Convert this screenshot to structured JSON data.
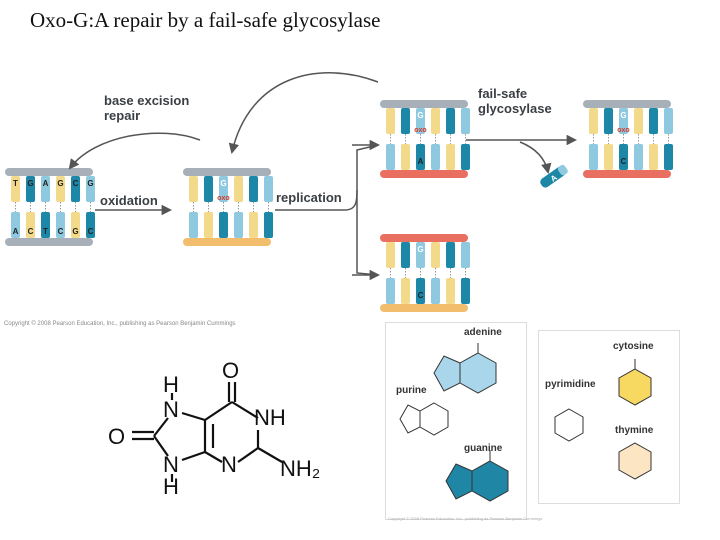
{
  "title": "Oxo-G:A repair by a fail-safe glycosylase",
  "labels": {
    "base_excision_repair": [
      "base excision",
      "repair"
    ],
    "oxidation": "oxidation",
    "replication": "replication",
    "fail_safe_glycosylase": [
      "fail-safe",
      "glycosylase"
    ]
  },
  "duplex1": {
    "top": [
      "T",
      "G",
      "A",
      "G",
      "C",
      "G"
    ],
    "bottom": [
      "A",
      "C",
      "T",
      "C",
      "G",
      "C"
    ]
  },
  "oxo_label": "oxo",
  "base_G": "G",
  "base_A": "A",
  "base_C": "C",
  "copyright": "Copyright © 2008 Pearson Education, Inc., publishing as Pearson Benjamin Cummings",
  "structures": {
    "adenine": "adenine",
    "purine": "purine",
    "guanine": "guanine",
    "cytosine": "cytosine",
    "pyrimidine": "pyrimidine",
    "thymine": "thymine",
    "NH2": "NH2",
    "NH": "NH",
    "N": "N",
    "H": "H",
    "O": "O"
  },
  "oxog": {
    "H": "H",
    "N": "N",
    "NH": "NH",
    "O": "O",
    "NH2": "NH₂"
  },
  "colors": {
    "blue_dark": "#1d87a8",
    "blue_light": "#8ec9e0",
    "yellow": "#f3d98a",
    "orange": "#f2be6e",
    "gray": "#a7b0b8",
    "red_strand": "#e96f61",
    "oxo_red": "#d43a2a"
  }
}
